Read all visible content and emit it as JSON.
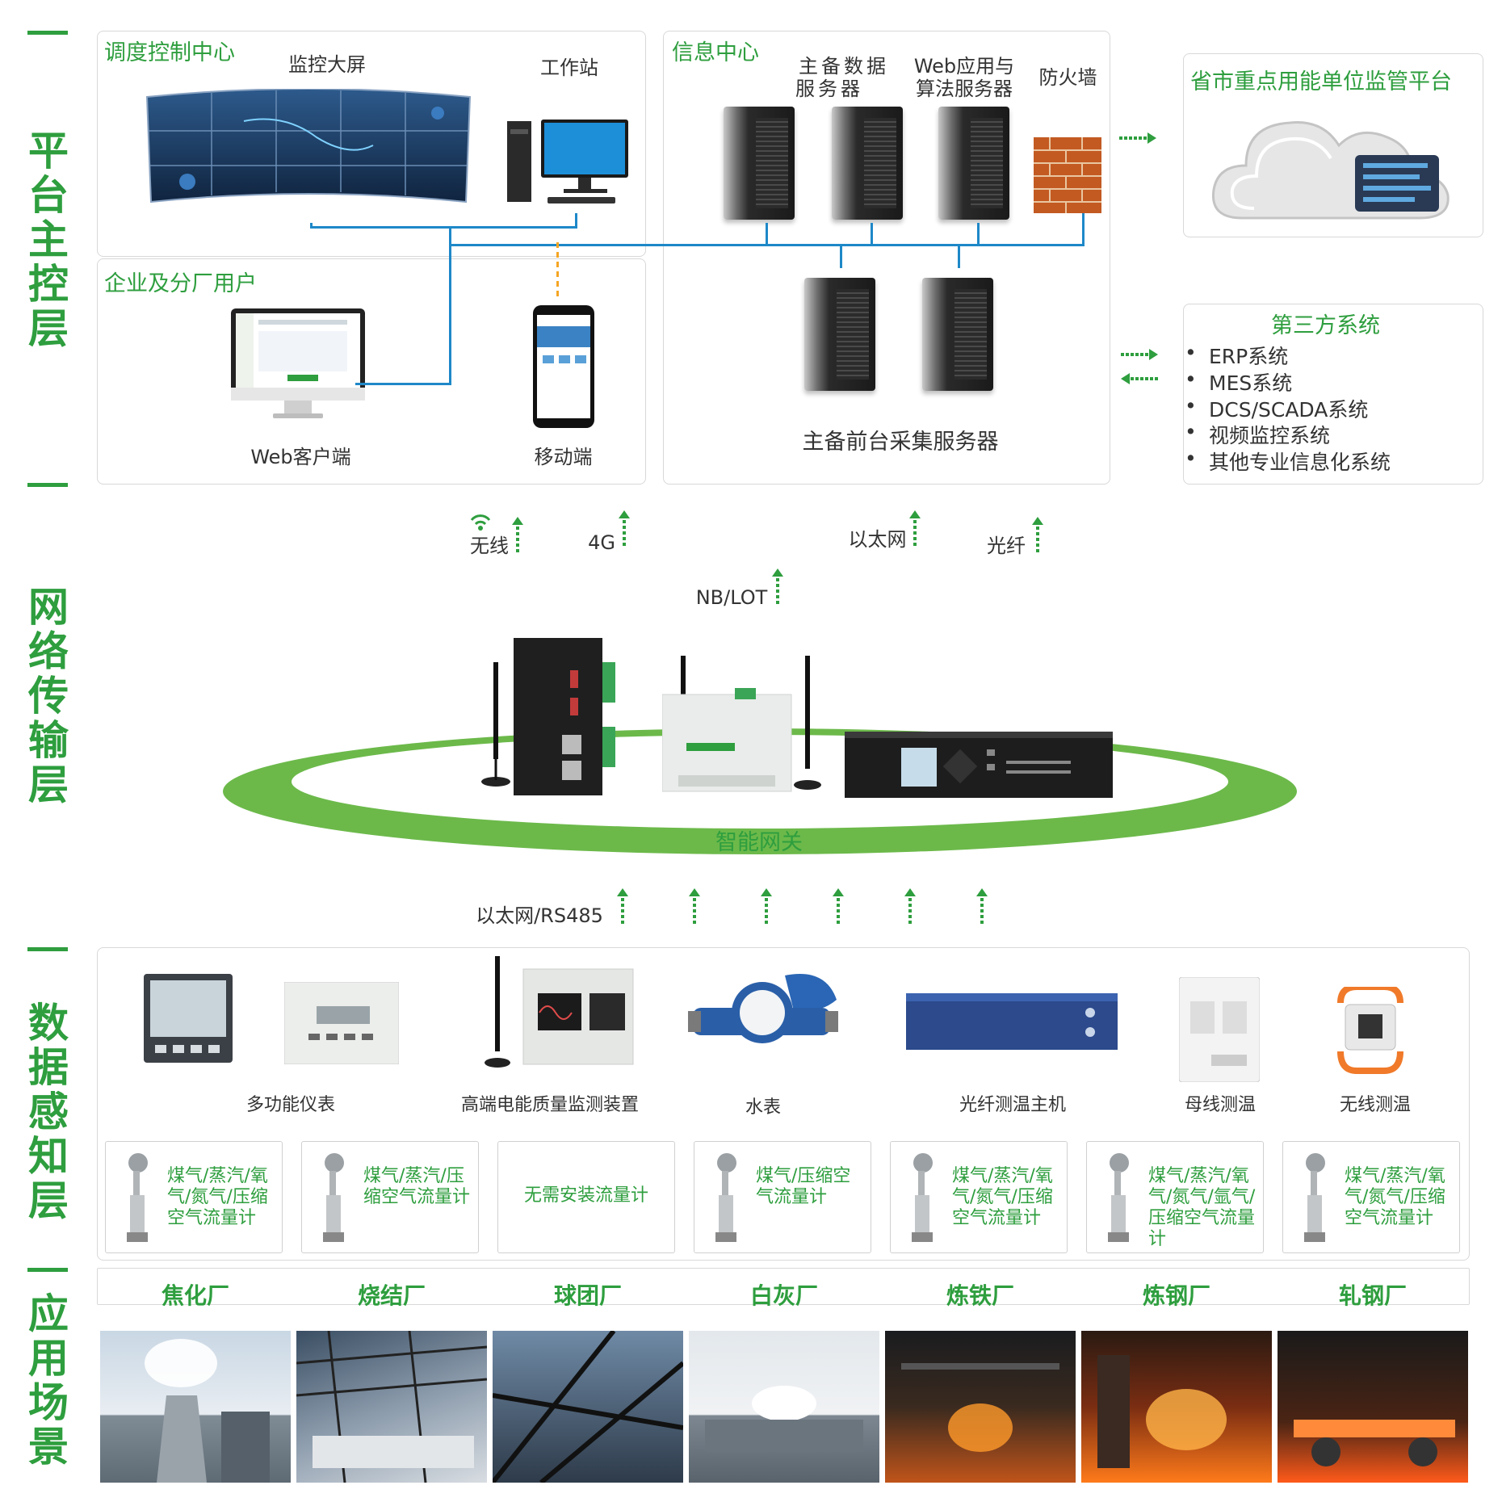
{
  "layers": {
    "platform": "平台主控层",
    "network": "网络传输层",
    "perception": "数据感知层",
    "application": "应用场景"
  },
  "platform": {
    "dispatch": {
      "title": "调度控制中心",
      "big_screen": "监控大屏",
      "workstation": "工作站"
    },
    "enterprise": {
      "title": "企业及分厂用户",
      "web_client": "Web客户端",
      "mobile": "移动端"
    },
    "info_center": {
      "title": "信息中心",
      "db_server_line1": "主备数据",
      "db_server_line2": "服务器",
      "web_server_line1": "Web应用与",
      "web_server_line2": "算法服务器",
      "firewall": "防火墙",
      "frontend_servers": "主备前台采集服务器"
    },
    "provincial": {
      "title": "省市重点用能单位监管平台"
    },
    "third_party": {
      "title": "第三方系统",
      "items": [
        "ERP系统",
        "MES系统",
        "DCS/SCADA系统",
        "视频监控系统",
        "其他专业信息化系统"
      ]
    }
  },
  "network": {
    "wireless": "无线",
    "g4": "4G",
    "ethernet": "以太网",
    "fiber": "光纤",
    "nb": "NB/LOT",
    "gateway": "智能网关",
    "bus": "以太网/RS485"
  },
  "perception": {
    "devices": [
      "多功能仪表",
      "高端电能质量监测装置",
      "水表",
      "光纤测温主机",
      "母线测温",
      "无线测温"
    ],
    "flowmeters": [
      "煤气/蒸汽/氧气/氮气/压缩空气流量计",
      "煤气/蒸汽/压缩空气流量计",
      "无需安装流量计",
      "煤气/压缩空气流量计",
      "煤气/蒸汽/氧气/氮气/压缩空气流量计",
      "煤气/蒸汽/氧气/氮气/氩气/压缩空气流量计",
      "煤气/蒸汽/氧气/氮气/压缩空气流量计"
    ]
  },
  "application": {
    "plants": [
      "焦化厂",
      "烧结厂",
      "球团厂",
      "白灰厂",
      "炼铁厂",
      "炼钢厂",
      "轧钢厂"
    ]
  },
  "colors": {
    "accent": "#2e9e3e",
    "line": "#1e88c8",
    "dashed": "#f5a623"
  }
}
